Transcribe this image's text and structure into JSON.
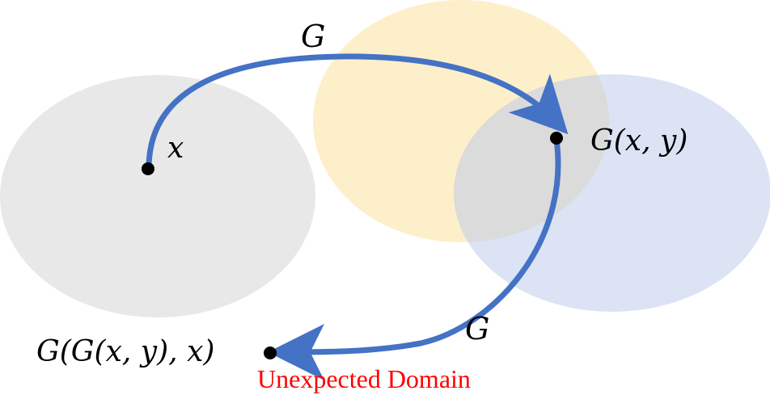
{
  "colors": {
    "domain_x": "#d9d9d9",
    "domain_y": "#fbe5a6",
    "domain_g": "#b8c8ea",
    "arrow": "#4472c4",
    "point": "#000000",
    "caption": "#ff0000"
  },
  "labels": {
    "top_mapping": "G",
    "bottom_mapping": "G",
    "point_x": "x",
    "point_gxy": "G(x, y)",
    "point_ggxyx": "G(G(x, y), x)",
    "caption": "Unexpected Domain"
  }
}
